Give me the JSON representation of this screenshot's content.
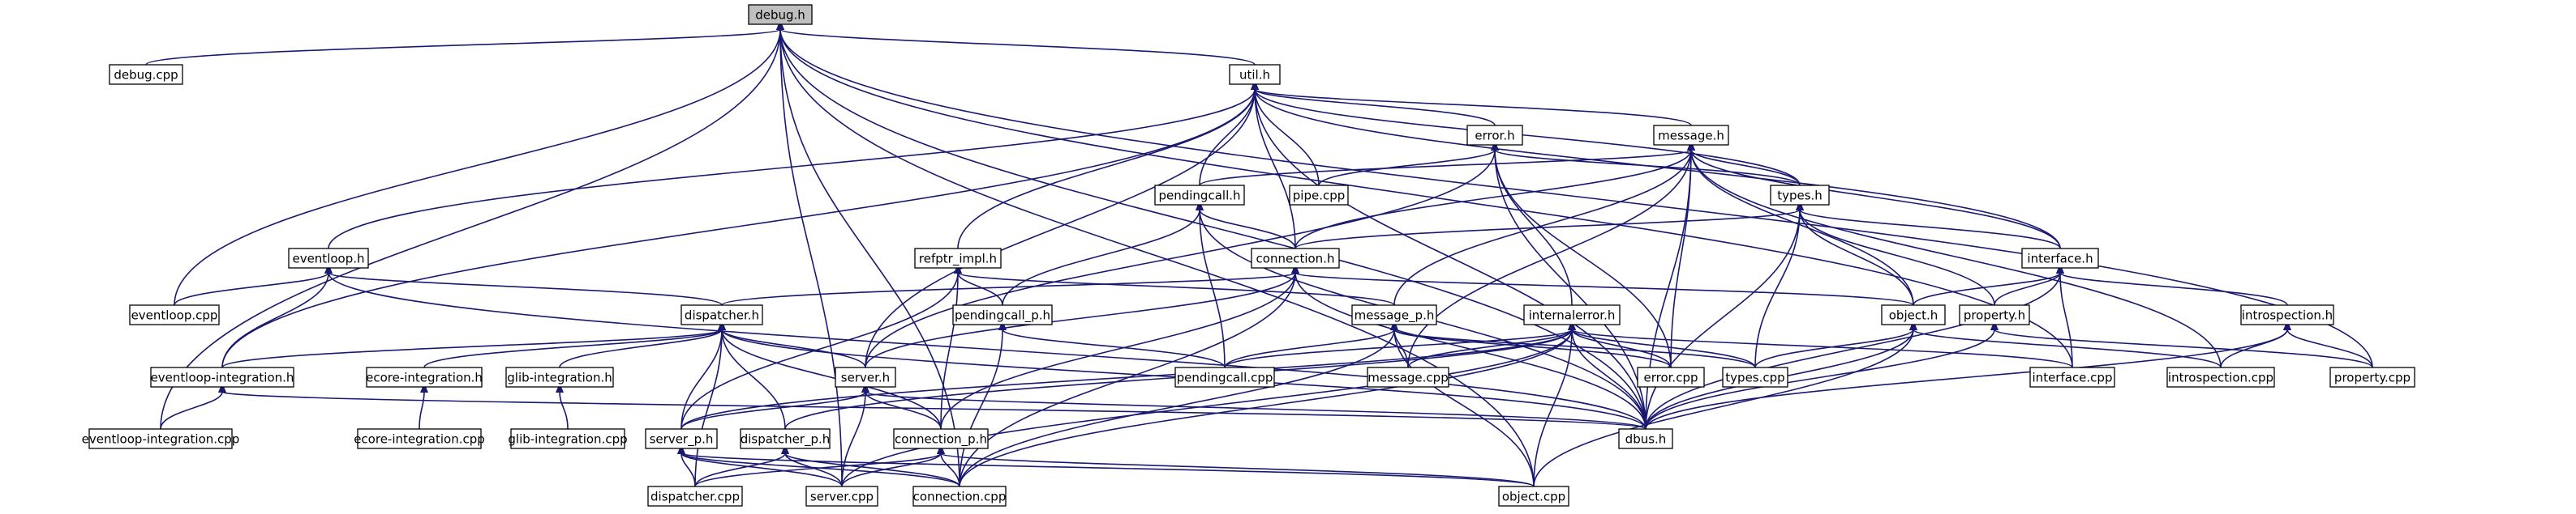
{
  "graph": {
    "root": "debug.h",
    "colors": {
      "edge": "#191970",
      "root_fill": "#bfbfbf",
      "node_fill": "#ffffff",
      "border": "#000000"
    },
    "nodes": [
      {
        "id": "debug_h",
        "label": "debug.h",
        "root": true
      },
      {
        "id": "debug_cpp",
        "label": "debug.cpp"
      },
      {
        "id": "util_h",
        "label": "util.h"
      },
      {
        "id": "error_h",
        "label": "error.h"
      },
      {
        "id": "message_h",
        "label": "message.h"
      },
      {
        "id": "pendingcall_h",
        "label": "pendingcall.h"
      },
      {
        "id": "pipe_cpp",
        "label": "pipe.cpp"
      },
      {
        "id": "types_h",
        "label": "types.h"
      },
      {
        "id": "eventloop_h",
        "label": "eventloop.h"
      },
      {
        "id": "refptr_impl_h",
        "label": "refptr_impl.h"
      },
      {
        "id": "connection_h",
        "label": "connection.h"
      },
      {
        "id": "interface_h",
        "label": "interface.h"
      },
      {
        "id": "eventloop_cpp",
        "label": "eventloop.cpp"
      },
      {
        "id": "dispatcher_h",
        "label": "dispatcher.h"
      },
      {
        "id": "pendingcall_p_h",
        "label": "pendingcall_p.h"
      },
      {
        "id": "message_p_h",
        "label": "message_p.h"
      },
      {
        "id": "internalerror_h",
        "label": "internalerror.h"
      },
      {
        "id": "object_h",
        "label": "object.h"
      },
      {
        "id": "property_h",
        "label": "property.h"
      },
      {
        "id": "introspection_h",
        "label": "introspection.h"
      },
      {
        "id": "eventloop_integration_h",
        "label": "eventloop-integration.h"
      },
      {
        "id": "ecore_integration_h",
        "label": "ecore-integration.h"
      },
      {
        "id": "glib_integration_h",
        "label": "glib-integration.h"
      },
      {
        "id": "server_h",
        "label": "server.h"
      },
      {
        "id": "pendingcall_cpp",
        "label": "pendingcall.cpp"
      },
      {
        "id": "message_cpp",
        "label": "message.cpp"
      },
      {
        "id": "error_cpp",
        "label": "error.cpp"
      },
      {
        "id": "types_cpp",
        "label": "types.cpp"
      },
      {
        "id": "interface_cpp",
        "label": "interface.cpp"
      },
      {
        "id": "introspection_cpp",
        "label": "introspection.cpp"
      },
      {
        "id": "property_cpp",
        "label": "property.cpp"
      },
      {
        "id": "eventloop_integration_cpp",
        "label": "eventloop-integration.cpp"
      },
      {
        "id": "ecore_integration_cpp",
        "label": "ecore-integration.cpp"
      },
      {
        "id": "glib_integration_cpp",
        "label": "glib-integration.cpp"
      },
      {
        "id": "server_p_h",
        "label": "server_p.h"
      },
      {
        "id": "dispatcher_p_h",
        "label": "dispatcher_p.h"
      },
      {
        "id": "connection_p_h",
        "label": "connection_p.h"
      },
      {
        "id": "dbus_h",
        "label": "dbus.h"
      },
      {
        "id": "dispatcher_cpp",
        "label": "dispatcher.cpp"
      },
      {
        "id": "server_cpp",
        "label": "server.cpp"
      },
      {
        "id": "connection_cpp",
        "label": "connection.cpp"
      },
      {
        "id": "object_cpp",
        "label": "object.cpp"
      }
    ],
    "edges": [
      [
        "debug_h",
        "debug_cpp"
      ],
      [
        "debug_h",
        "util_h"
      ],
      [
        "debug_h",
        "eventloop_cpp"
      ],
      [
        "debug_h",
        "eventloop_integration_cpp"
      ],
      [
        "debug_h",
        "server_cpp"
      ],
      [
        "debug_h",
        "connection_cpp"
      ],
      [
        "debug_h",
        "dbus_h"
      ],
      [
        "debug_h",
        "object_cpp"
      ],
      [
        "debug_h",
        "property_cpp"
      ],
      [
        "debug_h",
        "interface_cpp"
      ],
      [
        "util_h",
        "error_h"
      ],
      [
        "util_h",
        "message_h"
      ],
      [
        "util_h",
        "pendingcall_h"
      ],
      [
        "util_h",
        "pipe_cpp"
      ],
      [
        "util_h",
        "types_h"
      ],
      [
        "util_h",
        "eventloop_h"
      ],
      [
        "util_h",
        "refptr_impl_h"
      ],
      [
        "util_h",
        "connection_h"
      ],
      [
        "util_h",
        "interface_h"
      ],
      [
        "util_h",
        "eventloop_integration_h"
      ],
      [
        "util_h",
        "server_h"
      ],
      [
        "util_h",
        "dbus_h"
      ],
      [
        "error_h",
        "pipe_cpp"
      ],
      [
        "error_h",
        "types_h"
      ],
      [
        "error_h",
        "internalerror_h"
      ],
      [
        "error_h",
        "server_h"
      ],
      [
        "error_h",
        "error_cpp"
      ],
      [
        "error_h",
        "dbus_h"
      ],
      [
        "message_h",
        "pendingcall_h"
      ],
      [
        "message_h",
        "types_h"
      ],
      [
        "message_h",
        "connection_h"
      ],
      [
        "message_h",
        "interface_h"
      ],
      [
        "message_h",
        "message_p_h"
      ],
      [
        "message_h",
        "object_h"
      ],
      [
        "message_h",
        "message_cpp"
      ],
      [
        "message_h",
        "error_cpp"
      ],
      [
        "message_h",
        "introspection_cpp"
      ],
      [
        "message_h",
        "dbus_h"
      ],
      [
        "pendingcall_h",
        "connection_h"
      ],
      [
        "pendingcall_h",
        "pendingcall_p_h"
      ],
      [
        "pendingcall_h",
        "pendingcall_cpp"
      ],
      [
        "pendingcall_h",
        "dbus_h"
      ],
      [
        "types_h",
        "connection_h"
      ],
      [
        "types_h",
        "interface_h"
      ],
      [
        "types_h",
        "object_h"
      ],
      [
        "types_h",
        "property_h"
      ],
      [
        "types_h",
        "types_cpp"
      ],
      [
        "types_h",
        "dbus_h"
      ],
      [
        "eventloop_h",
        "eventloop_cpp"
      ],
      [
        "eventloop_h",
        "dispatcher_h"
      ],
      [
        "eventloop_h",
        "eventloop_integration_h"
      ],
      [
        "eventloop_h",
        "dbus_h"
      ],
      [
        "refptr_impl_h",
        "pendingcall_p_h"
      ],
      [
        "refptr_impl_h",
        "message_p_h"
      ],
      [
        "refptr_impl_h",
        "server_p_h"
      ],
      [
        "refptr_impl_h",
        "connection_p_h"
      ],
      [
        "connection_h",
        "dispatcher_h"
      ],
      [
        "connection_h",
        "object_h"
      ],
      [
        "connection_h",
        "server_h"
      ],
      [
        "connection_h",
        "connection_p_h"
      ],
      [
        "connection_h",
        "connection_cpp"
      ],
      [
        "connection_h",
        "dbus_h"
      ],
      [
        "interface_h",
        "object_h"
      ],
      [
        "interface_h",
        "property_h"
      ],
      [
        "interface_h",
        "introspection_h"
      ],
      [
        "interface_h",
        "interface_cpp"
      ],
      [
        "interface_h",
        "dbus_h"
      ],
      [
        "dispatcher_h",
        "eventloop_integration_h"
      ],
      [
        "dispatcher_h",
        "ecore_integration_h"
      ],
      [
        "dispatcher_h",
        "glib_integration_h"
      ],
      [
        "dispatcher_h",
        "server_h"
      ],
      [
        "dispatcher_h",
        "server_p_h"
      ],
      [
        "dispatcher_h",
        "dispatcher_p_h"
      ],
      [
        "dispatcher_h",
        "connection_p_h"
      ],
      [
        "dispatcher_h",
        "dbus_h"
      ],
      [
        "dispatcher_h",
        "dispatcher_cpp"
      ],
      [
        "pendingcall_p_h",
        "pendingcall_cpp"
      ],
      [
        "pendingcall_p_h",
        "connection_cpp"
      ],
      [
        "message_p_h",
        "pendingcall_cpp"
      ],
      [
        "message_p_h",
        "message_cpp"
      ],
      [
        "message_p_h",
        "error_cpp"
      ],
      [
        "message_p_h",
        "types_cpp"
      ],
      [
        "message_p_h",
        "connection_cpp"
      ],
      [
        "message_p_h",
        "object_cpp"
      ],
      [
        "internalerror_h",
        "pendingcall_cpp"
      ],
      [
        "internalerror_h",
        "message_cpp"
      ],
      [
        "internalerror_h",
        "error_cpp"
      ],
      [
        "internalerror_h",
        "types_cpp"
      ],
      [
        "internalerror_h",
        "interface_cpp"
      ],
      [
        "internalerror_h",
        "server_p_h"
      ],
      [
        "internalerror_h",
        "dispatcher_p_h"
      ],
      [
        "internalerror_h",
        "server_cpp"
      ],
      [
        "internalerror_h",
        "connection_cpp"
      ],
      [
        "internalerror_h",
        "object_cpp"
      ],
      [
        "internalerror_h",
        "dbus_h"
      ],
      [
        "object_h",
        "types_cpp"
      ],
      [
        "object_h",
        "introspection_cpp"
      ],
      [
        "object_h",
        "dbus_h"
      ],
      [
        "object_h",
        "object_cpp"
      ],
      [
        "property_h",
        "property_cpp"
      ],
      [
        "property_h",
        "dbus_h"
      ],
      [
        "introspection_h",
        "introspection_cpp"
      ],
      [
        "introspection_h",
        "property_cpp"
      ],
      [
        "introspection_h",
        "dbus_h"
      ],
      [
        "eventloop_integration_h",
        "eventloop_integration_cpp"
      ],
      [
        "eventloop_integration_h",
        "dbus_h"
      ],
      [
        "ecore_integration_h",
        "ecore_integration_cpp"
      ],
      [
        "glib_integration_h",
        "glib_integration_cpp"
      ],
      [
        "server_h",
        "server_p_h"
      ],
      [
        "server_h",
        "server_cpp"
      ],
      [
        "server_h",
        "connection_p_h"
      ],
      [
        "server_h",
        "dbus_h"
      ],
      [
        "server_p_h",
        "dispatcher_cpp"
      ],
      [
        "server_p_h",
        "server_cpp"
      ],
      [
        "server_p_h",
        "connection_cpp"
      ],
      [
        "server_p_h",
        "object_cpp"
      ],
      [
        "dispatcher_p_h",
        "dispatcher_cpp"
      ],
      [
        "dispatcher_p_h",
        "server_cpp"
      ],
      [
        "dispatcher_p_h",
        "connection_cpp"
      ],
      [
        "connection_p_h",
        "server_cpp"
      ],
      [
        "connection_p_h",
        "connection_cpp"
      ],
      [
        "connection_p_h",
        "dispatcher_cpp"
      ],
      [
        "connection_p_h",
        "object_cpp"
      ]
    ]
  }
}
